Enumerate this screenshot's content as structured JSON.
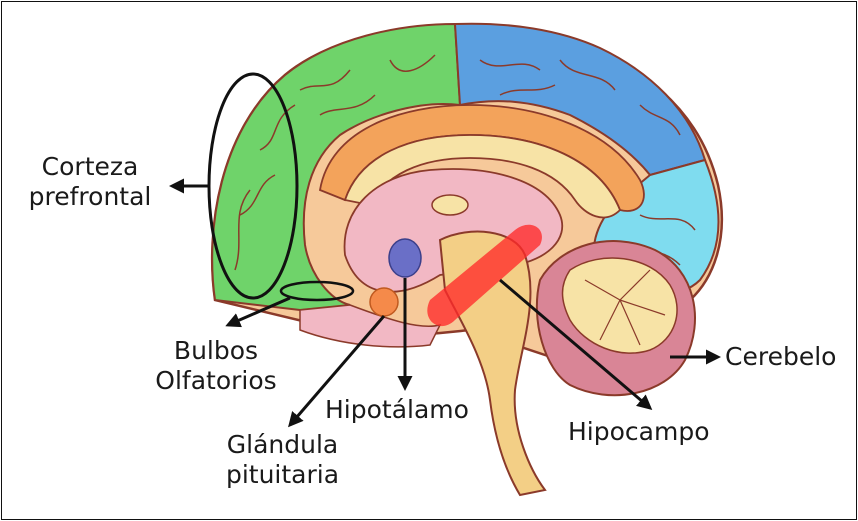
{
  "labels": {
    "corteza_prefrontal": [
      "Corteza",
      "prefrontal"
    ],
    "bulbos_olfatorios": [
      "Bulbos",
      "Olfatorios"
    ],
    "glandula_pituitaria": [
      "Glándula",
      "pituitaria"
    ],
    "hipotalamo": "Hipotálamo",
    "hipocampo": "Hipocampo",
    "cerebelo": "Cerebelo"
  },
  "colors": {
    "frontal_lobe": "#6fd36a",
    "parietal_lobe": "#5b9fe0",
    "occipital_lobe": "#7fdcef",
    "cingulate": "#f3a35b",
    "corpus_callosum": "#f7e3a6",
    "thalamus": "#f2b8c4",
    "brainstem": "#f3cf86",
    "cerebellum": "#d98596",
    "hippocampus_highlight": "#ff2a2a",
    "pituitary": "#f58a4a",
    "hypothalamus": "#6a6fc7",
    "outline": "#8b3a2a"
  }
}
